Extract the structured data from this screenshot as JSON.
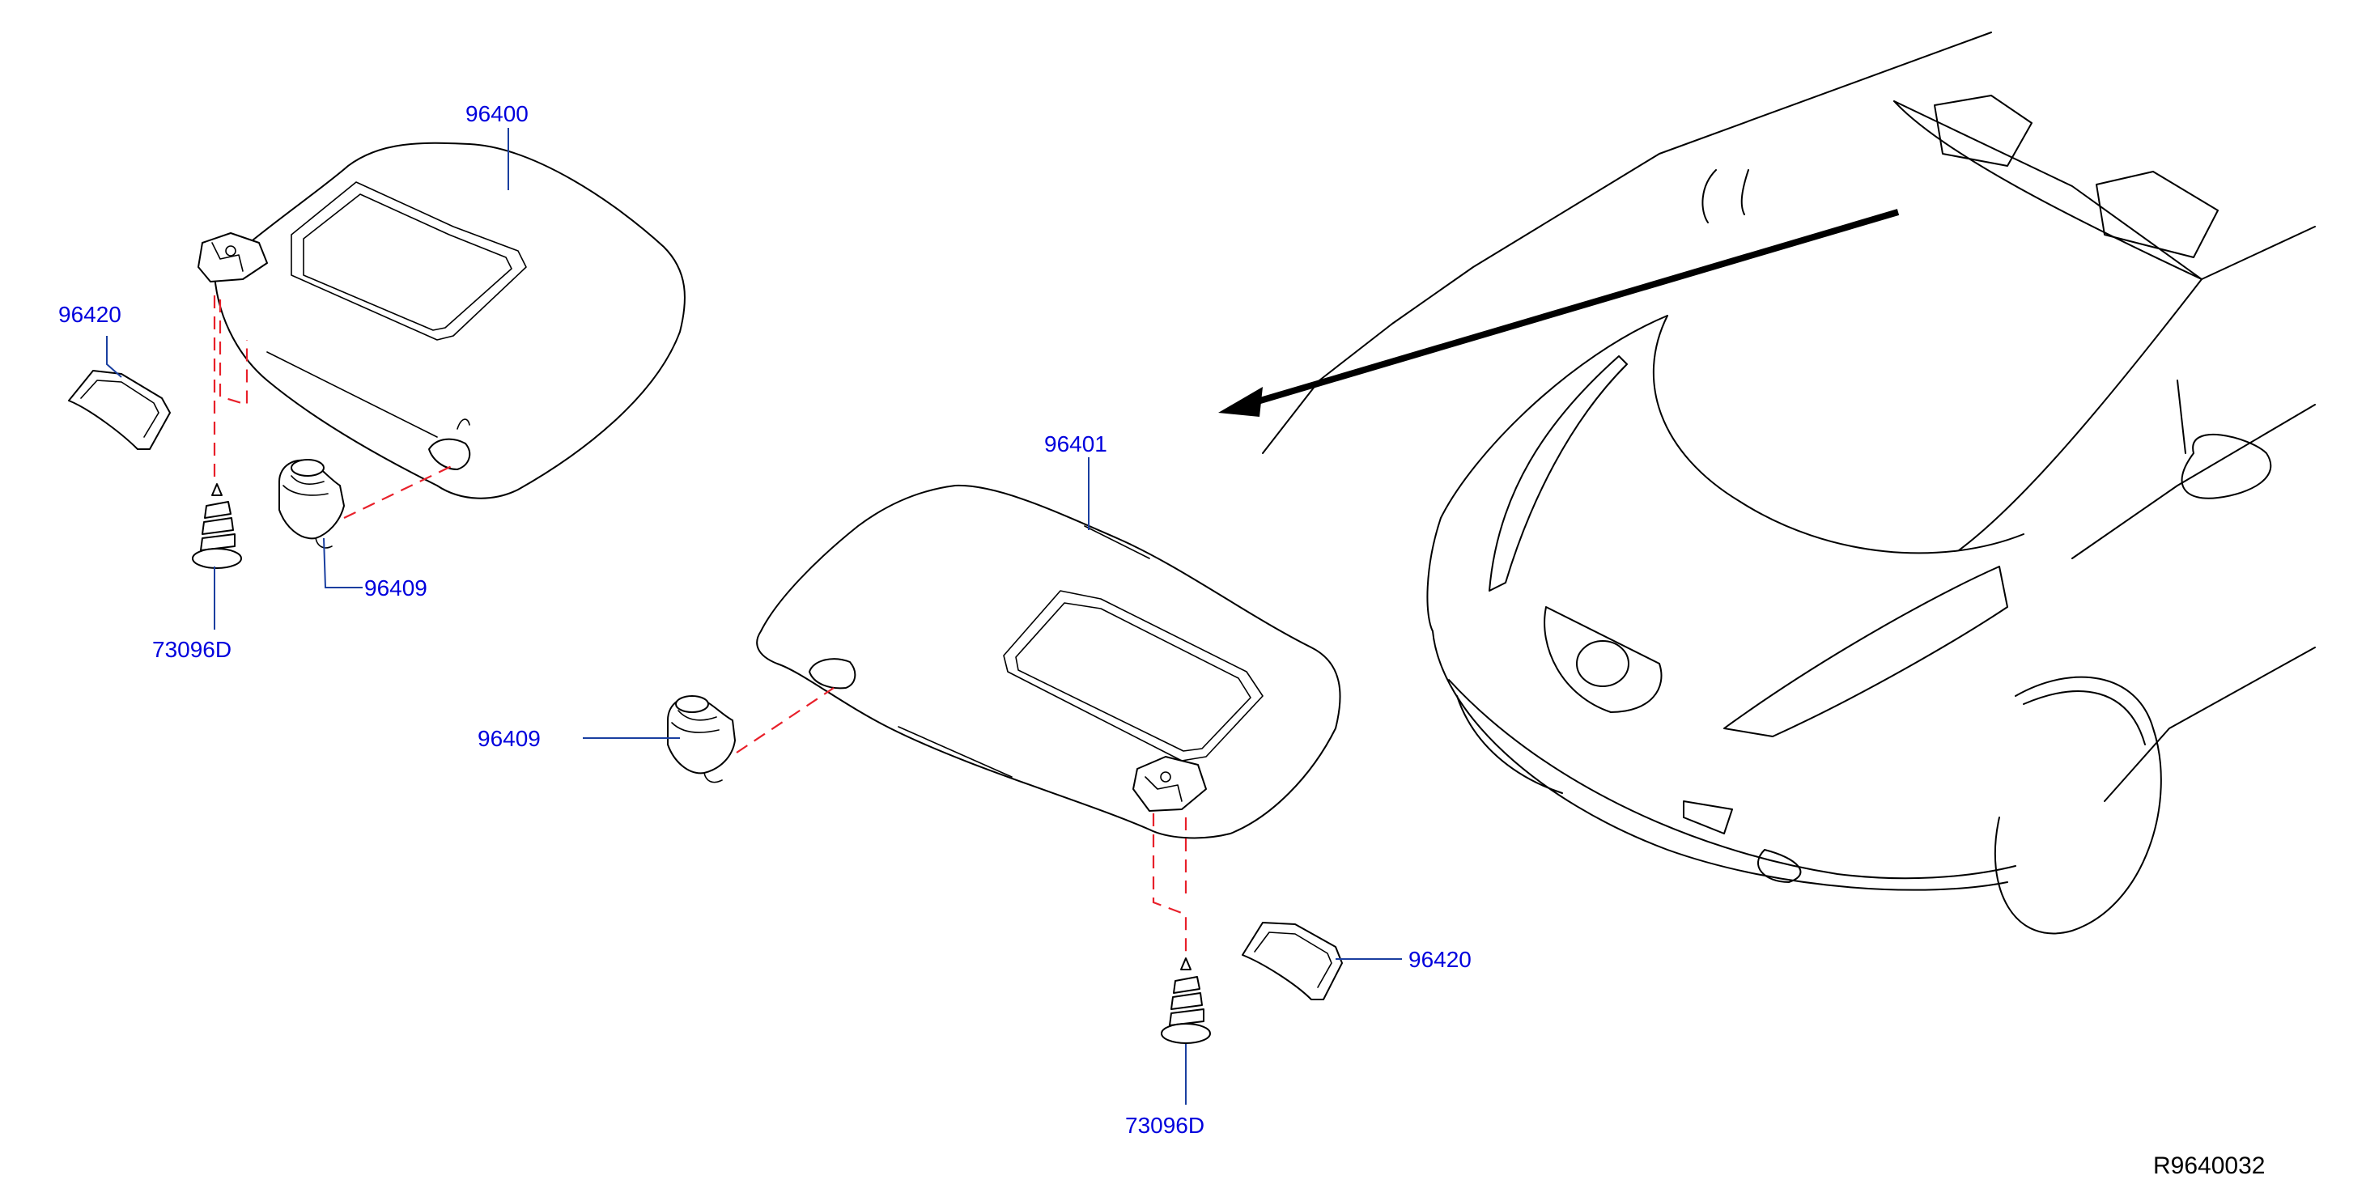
{
  "diagram_id": "R9640032",
  "callouts": {
    "visor_left": "96400",
    "visor_right": "96401",
    "holder_left": "96420",
    "holder_right": "96420",
    "clip_left": "96409",
    "clip_right": "96409",
    "screw_left": "73096D",
    "screw_right": "73096D"
  },
  "colors": {
    "callout_text": "#0000dd",
    "leader_line": "#1a3fa0",
    "hidden_line": "#e8202a",
    "outline": "#000000"
  }
}
